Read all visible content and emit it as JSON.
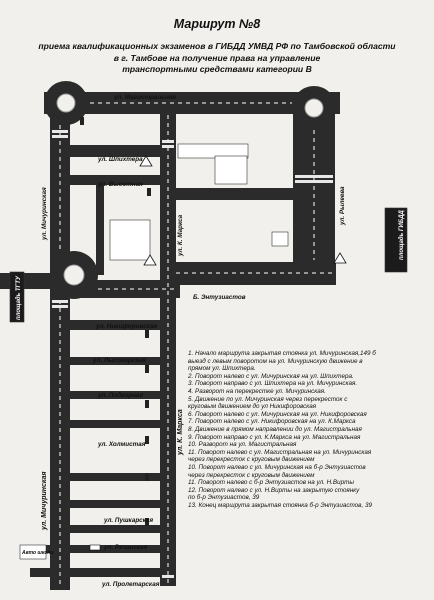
{
  "title": "Маршрут №8",
  "subtitle": [
    "приема квалификационных экзаменов в ГИБДД УМВД РФ по Тамбовской области",
    "в г. Тамбове на получение права на управление",
    "транспортными средствами категории В"
  ],
  "streets": {
    "magistralnaya": "ул. Магистральная",
    "shpikhtera": "ул. Шпихтера",
    "vysotnaya": "ул. Высотная",
    "michurinskaya_top": "ул. Мичуринская",
    "k_marksa_top": "ул. К. Маркса",
    "ryleeva": "ул. Рылеева",
    "gibdd": "площадь ГИБДД",
    "ploshchad_tgtu": "площадь ТГТУ",
    "entuziastov": "Б. Энтузиастов",
    "nikiforovskaya": "ул. Никифоровская",
    "lysogorskaya": "ул. Лысогорская",
    "podgornaya": "ул. Подгорная",
    "kholmistaya": "ул. Холмистая",
    "michurinskaya_bottom": "ул. Мичуринская",
    "k_marksa_bottom": "ул. К. Маркса",
    "pushkarskaya": "ул. Пушкарская",
    "ryazanskaya": "ул. Рязанская",
    "proletarskaya": "ул. Пролетарская",
    "avto_shkola": "Авто школа"
  },
  "legend": [
    "1. Начало маршрута закрытая стоянка ул. Мичуринская,149 б",
    "   выезд с левым поворотом на ул. Мичуринскую движение в",
    "   прямом ул. Шпихтера.",
    "2. Поворот налево с ул. Мичуринская на ул. Шпихтера.",
    "3. Поворот направо с ул. Шпихтера на ул. Мичуринская.",
    "4. Разворот на перекрестке ул. Мичуринская.",
    "5. Движение по ул. Мичуринская через перекресток с",
    "   круговым движением до ул Никифоровская",
    "6. Поворот налево с ул. Мичуринская на ул. Никифоровская",
    "7. Поворот налево с ул. Никифоровская на ул. К.Маркса",
    "8. Движение в прямом направлении до ул. Магистральная",
    "9. Поворот направо с ул. К.Маркса на ул. Магистральная",
    "10. Разворот на ул. Магистральная",
    "11. Поворот налево с ул. Магистральная на ул. Мичуринская",
    "    через перекресток с круговым движением",
    "10. Поворот налево с ул. Мичуринская на б-р Энтузиастов",
    "    через перекресток с круговым движением",
    "11. Поворот налево с б-р Энтузиастов на ул. Н.Вирты",
    "12. Поворот налево с ул. Н.Вирты на закрытую стоянку",
    "    по б-р Энтузиастов, 39",
    "13. Конец маршрута закрытая стоянка б-р Энтузиастов, 39"
  ],
  "colors": {
    "road": "#2b2b2b",
    "paper": "#f1f0ec",
    "block": "#ffffff",
    "marking": "#e8e8e8"
  },
  "icons": [
    "traffic-light-icon",
    "warning-sign-icon",
    "speed-bump-icon",
    "building-icon"
  ]
}
